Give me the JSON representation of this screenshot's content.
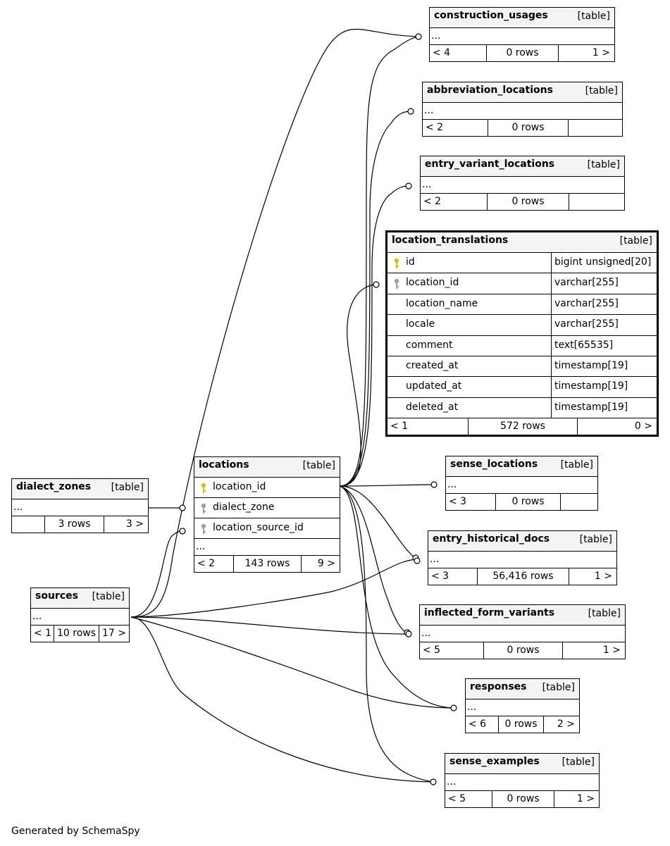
{
  "footer": {
    "generated_by": "Generated by SchemaSpy"
  },
  "tables": {
    "construction_usages": {
      "name": "construction_usages",
      "type": "[table]",
      "ellipsis": "...",
      "parents": "< 4",
      "rows": "0 rows",
      "children": "1 >"
    },
    "abbreviation_locations": {
      "name": "abbreviation_locations",
      "type": "[table]",
      "ellipsis": "...",
      "parents": "< 2",
      "rows": "0 rows",
      "children": ""
    },
    "entry_variant_locations": {
      "name": "entry_variant_locations",
      "type": "[table]",
      "ellipsis": "...",
      "parents": "< 2",
      "rows": "0 rows",
      "children": ""
    },
    "sense_locations": {
      "name": "sense_locations",
      "type": "[table]",
      "ellipsis": "...",
      "parents": "< 3",
      "rows": "0 rows",
      "children": ""
    },
    "entry_historical_docs": {
      "name": "entry_historical_docs",
      "type": "[table]",
      "ellipsis": "...",
      "parents": "< 3",
      "rows": "56,416 rows",
      "children": "1 >"
    },
    "inflected_form_variants": {
      "name": "inflected_form_variants",
      "type": "[table]",
      "ellipsis": "...",
      "parents": "< 5",
      "rows": "0 rows",
      "children": "1 >"
    },
    "responses": {
      "name": "responses",
      "type": "[table]",
      "ellipsis": "...",
      "parents": "< 6",
      "rows": "0 rows",
      "children": "2 >"
    },
    "sense_examples": {
      "name": "sense_examples",
      "type": "[table]",
      "ellipsis": "...",
      "parents": "< 5",
      "rows": "0 rows",
      "children": "1 >"
    },
    "dialect_zones": {
      "name": "dialect_zones",
      "type": "[table]",
      "ellipsis": "...",
      "parents": "",
      "rows": "3 rows",
      "children": "3 >"
    },
    "sources": {
      "name": "sources",
      "type": "[table]",
      "ellipsis": "...",
      "parents": "< 1",
      "rows": "10 rows",
      "children": "17 >"
    },
    "locations": {
      "name": "locations",
      "type": "[table]",
      "columns": [
        "location_id",
        "dialect_zone",
        "location_source_id"
      ],
      "ellipsis": "...",
      "parents": "< 2",
      "rows": "143 rows",
      "children": "9 >"
    },
    "location_translations": {
      "name": "location_translations",
      "type": "[table]",
      "columns": [
        {
          "name": "id",
          "type": "bigint unsigned[20]",
          "key": "primary"
        },
        {
          "name": "location_id",
          "type": "varchar[255]",
          "key": "foreign"
        },
        {
          "name": "location_name",
          "type": "varchar[255]",
          "key": ""
        },
        {
          "name": "locale",
          "type": "varchar[255]",
          "key": ""
        },
        {
          "name": "comment",
          "type": "text[65535]",
          "key": ""
        },
        {
          "name": "created_at",
          "type": "timestamp[19]",
          "key": ""
        },
        {
          "name": "updated_at",
          "type": "timestamp[19]",
          "key": ""
        },
        {
          "name": "deleted_at",
          "type": "timestamp[19]",
          "key": ""
        }
      ],
      "parents": "< 1",
      "rows": "572 rows",
      "children": "0 >"
    }
  },
  "colors": {
    "primary_key": "#c8c800",
    "foreign_key": "#a0a0a0",
    "header_bg": "#f4f4f4"
  },
  "icons": {
    "primary_key": "key-icon",
    "foreign_key": "key-icon"
  }
}
